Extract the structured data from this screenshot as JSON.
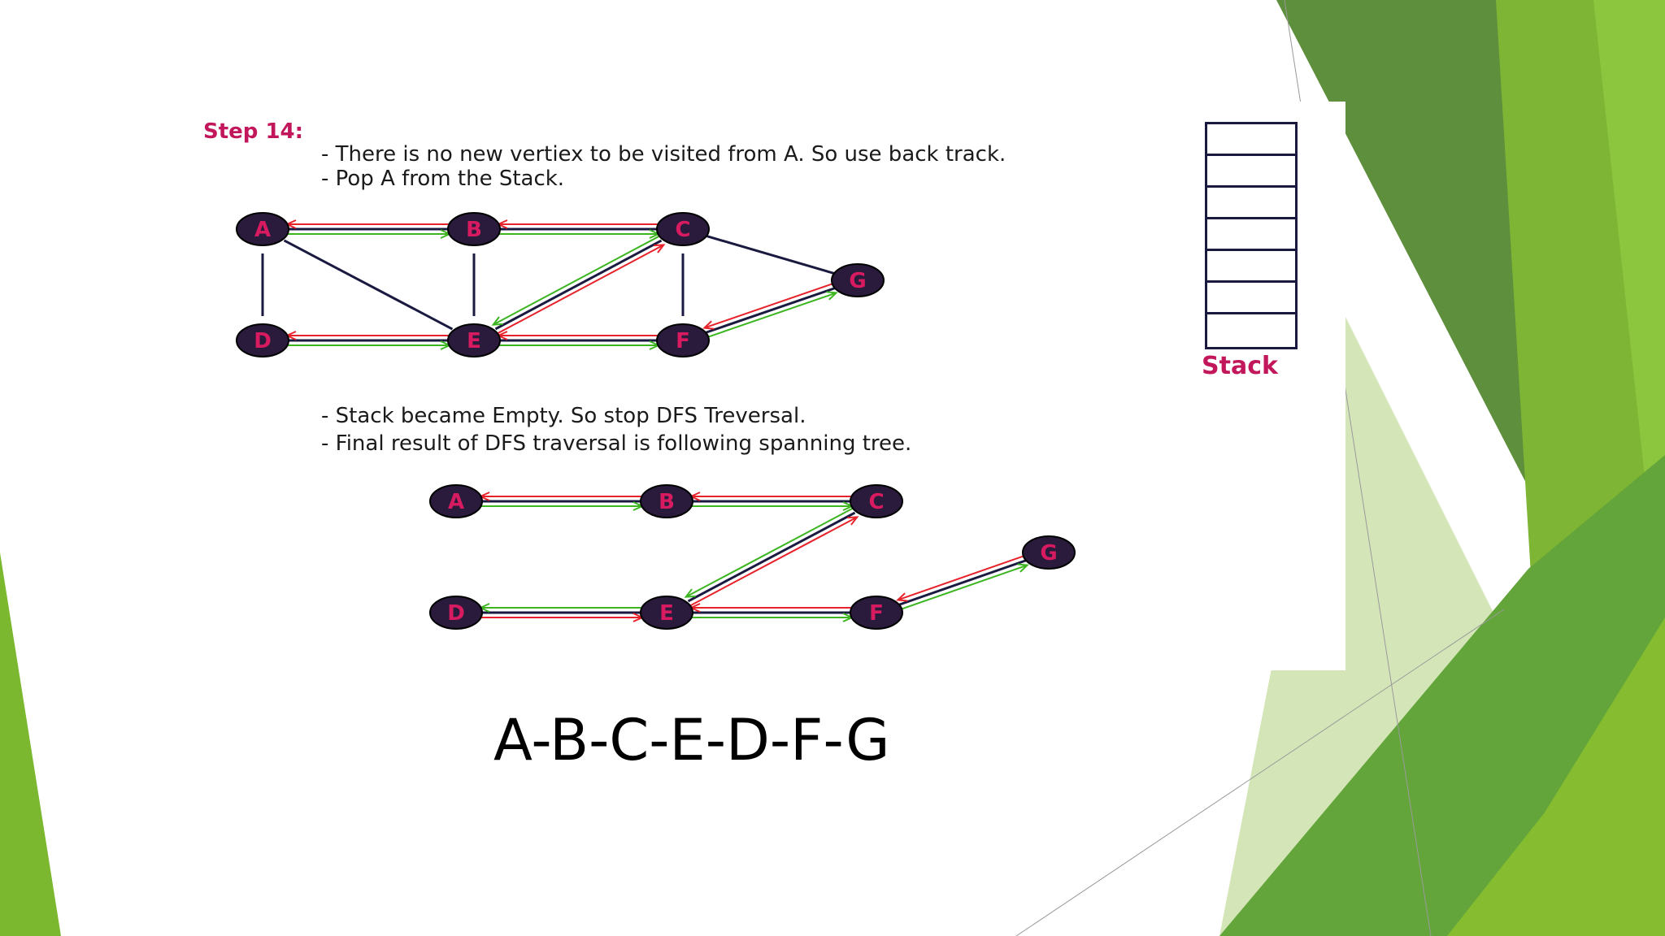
{
  "slide": {
    "step_title": "Step 14:",
    "line1": "- There is no new vertiex to be visited from A. So use back track.",
    "line2": "- Pop A from the Stack.",
    "line3": "- Stack became Empty. So stop DFS Treversal.",
    "line4": "- Final result of DFS traversal is following spanning tree.",
    "stack_label": "Stack",
    "result": "A-B-C-E-D-F-G"
  },
  "graph": {
    "nodes": [
      "A",
      "B",
      "C",
      "D",
      "E",
      "F",
      "G"
    ],
    "edges": [
      [
        "A",
        "B"
      ],
      [
        "B",
        "C"
      ],
      [
        "A",
        "D"
      ],
      [
        "A",
        "E"
      ],
      [
        "B",
        "E"
      ],
      [
        "C",
        "E"
      ],
      [
        "C",
        "F"
      ],
      [
        "C",
        "G"
      ],
      [
        "D",
        "E"
      ],
      [
        "E",
        "F"
      ],
      [
        "F",
        "G"
      ]
    ],
    "traversal_edges": [
      [
        "A",
        "B"
      ],
      [
        "B",
        "C"
      ],
      [
        "C",
        "E"
      ],
      [
        "E",
        "D"
      ],
      [
        "E",
        "F"
      ],
      [
        "F",
        "G"
      ]
    ]
  },
  "colors": {
    "forward_arrow": "#3cb521",
    "back_arrow": "#e8222b",
    "edge": "#1a1a40",
    "node_fill": "#2a1b3d",
    "node_label": "#d81b60",
    "accent": "#c2185b",
    "green_dark": "#5a8f3a",
    "green_light": "#8cc63f"
  }
}
